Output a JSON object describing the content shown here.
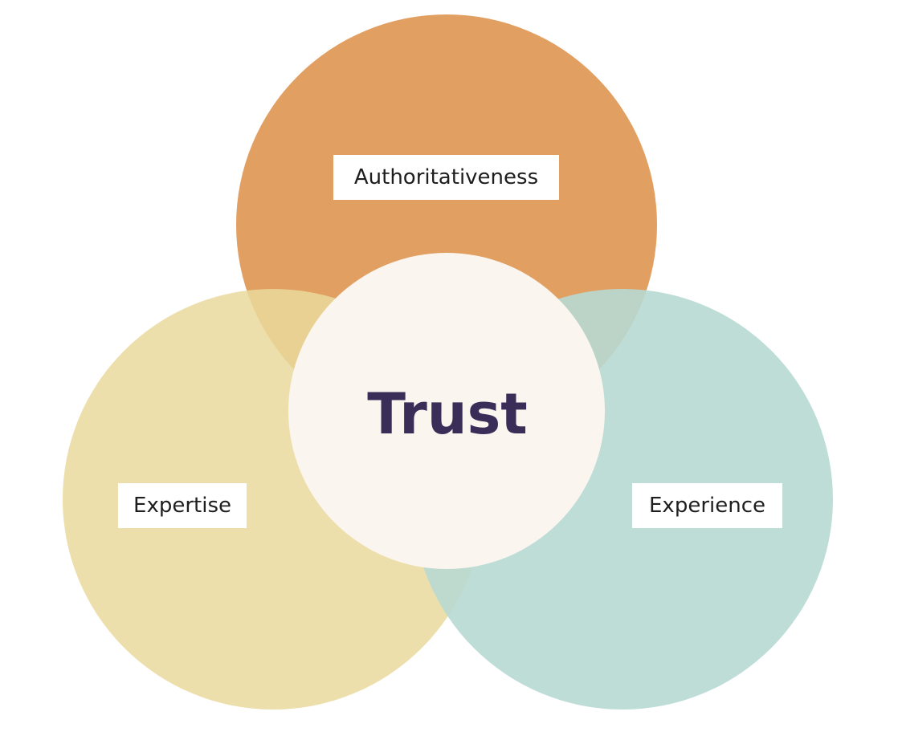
{
  "diagram": {
    "center": {
      "label": "Trust",
      "color": "#faf5ef",
      "text_color": "#3a2d57"
    },
    "circles": [
      {
        "id": "authoritativeness",
        "label": "Authoritativeness",
        "color": "#e09a5a"
      },
      {
        "id": "expertise",
        "label": "Expertise",
        "color": "#ead99c"
      },
      {
        "id": "experience",
        "label": "Experience",
        "color": "#b8d9d3"
      }
    ]
  }
}
